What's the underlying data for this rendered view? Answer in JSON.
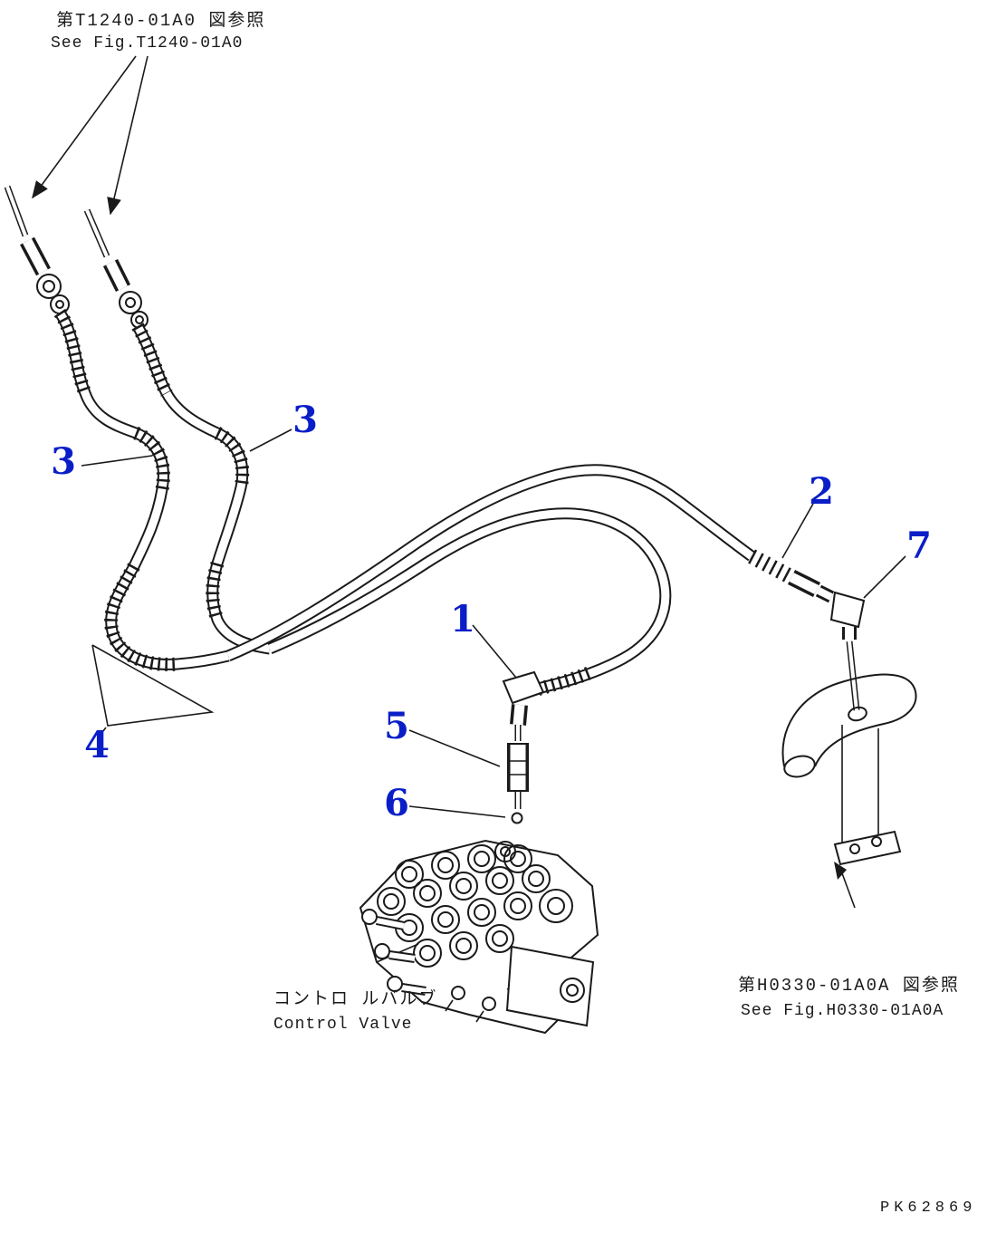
{
  "colors": {
    "ink": "#1a1a1a",
    "callout_blue": "#0a1ec8",
    "background": "#ffffff"
  },
  "references": {
    "top_left_jp": "第T1240-01A0 図参照",
    "top_left_en": "See Fig.T1240-01A0",
    "bottom_right_jp": "第H0330-01A0A 図参照",
    "bottom_right_en": "See Fig.H0330-01A0A"
  },
  "labels": {
    "control_valve_jp": "コントロ ルバルブ",
    "control_valve_en": "Control Valve",
    "drawing_code": "PK62869"
  },
  "callouts": [
    {
      "part": "hose-left-wrap",
      "label": "3"
    },
    {
      "part": "hose-right-wrap",
      "label": "3"
    },
    {
      "part": "hose-assembly",
      "label": "4"
    },
    {
      "part": "elbow-fitting-top",
      "label": "1"
    },
    {
      "part": "inline-valve",
      "label": "5"
    },
    {
      "part": "ball",
      "label": "6"
    },
    {
      "part": "hose-end-fitting",
      "label": "2"
    },
    {
      "part": "elbow-fitting-right",
      "label": "7"
    }
  ]
}
